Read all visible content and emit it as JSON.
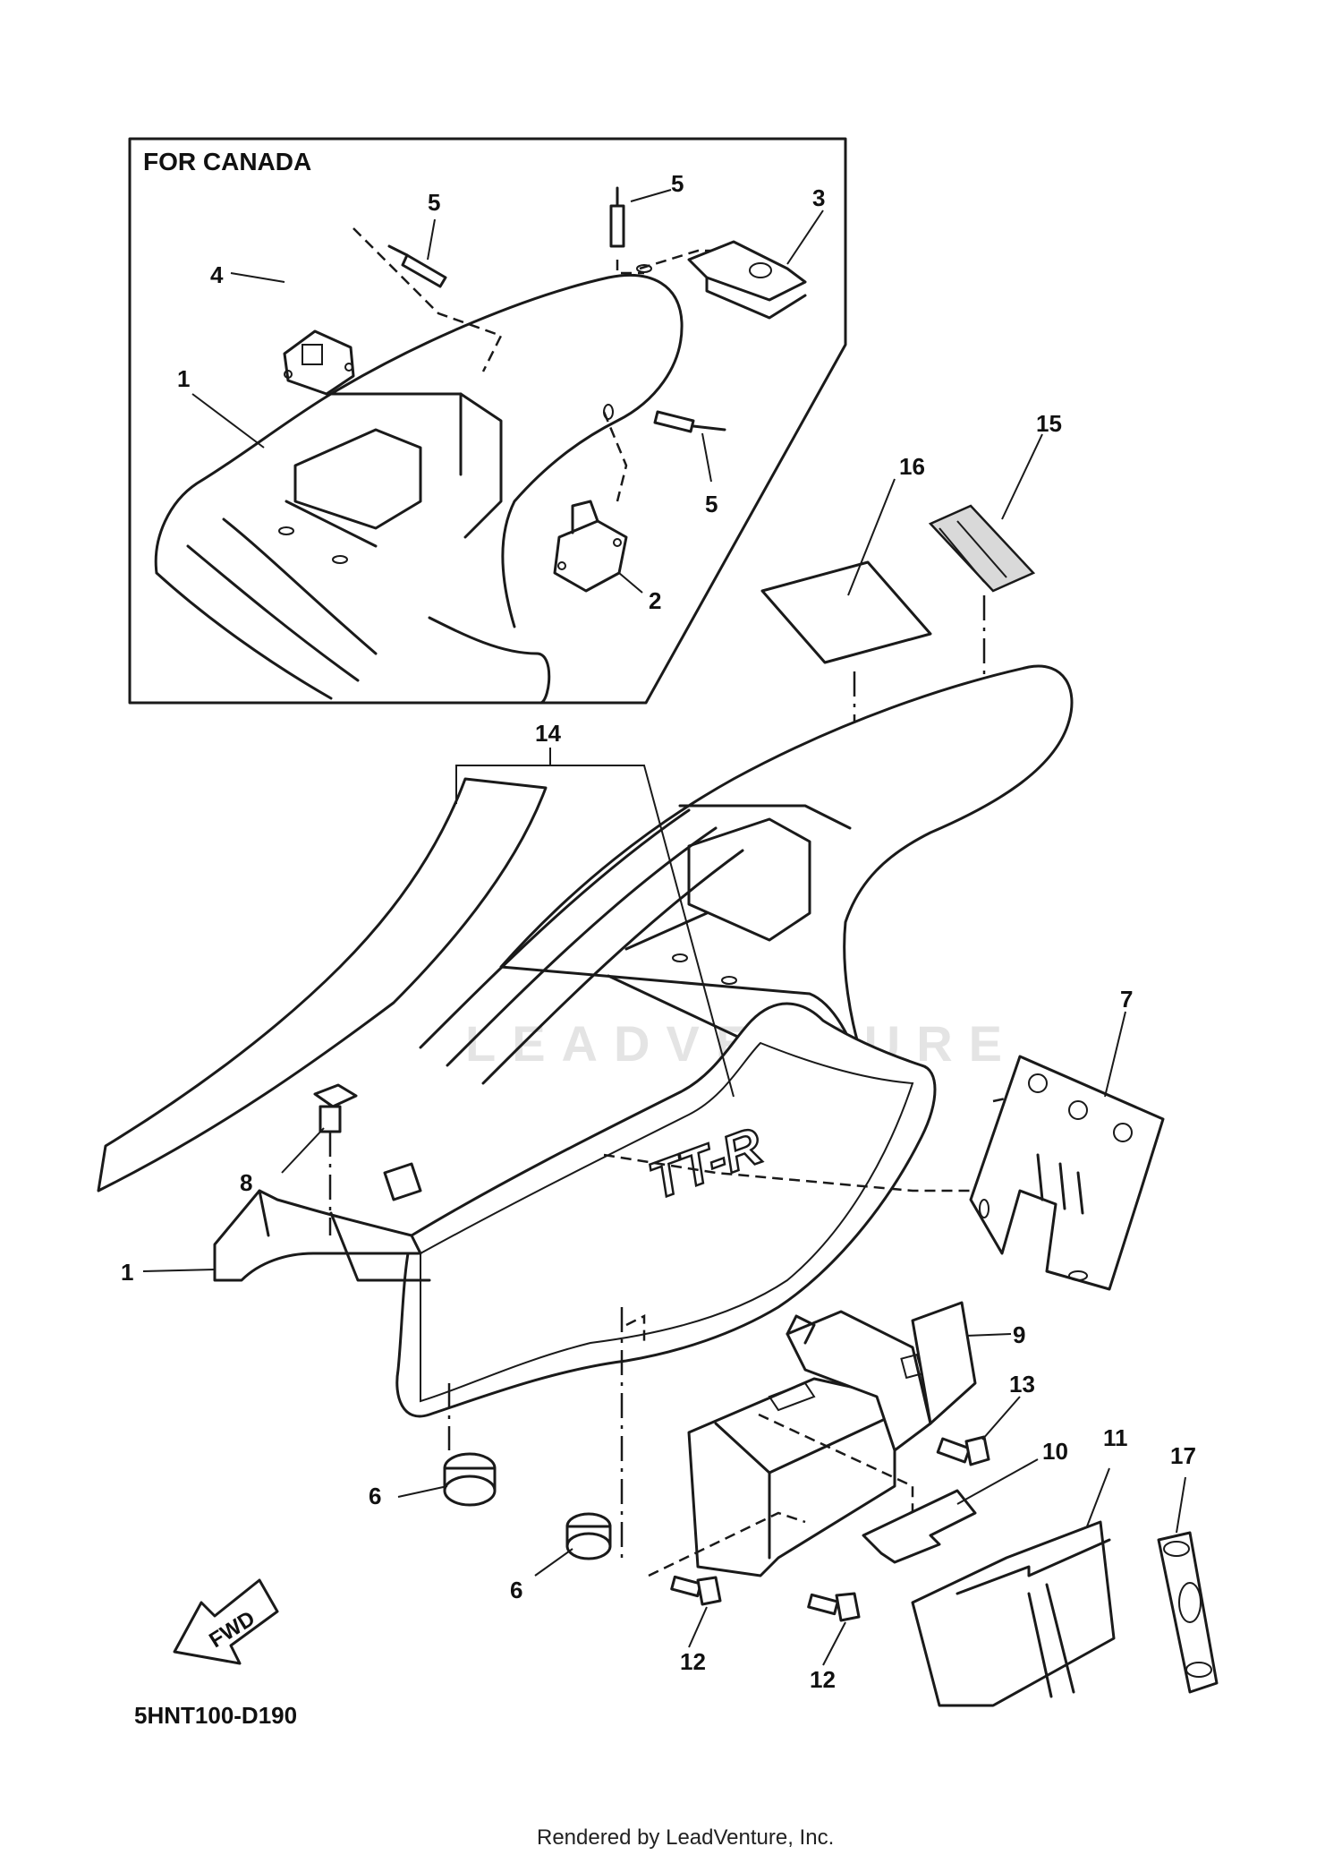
{
  "inset": {
    "label": "FOR CANADA"
  },
  "callouts": {
    "c1_inset": "1",
    "c2": "2",
    "c3": "3",
    "c4": "4",
    "c5_a": "5",
    "c5_b": "5",
    "c5_c": "5",
    "c14": "14",
    "c15": "15",
    "c16": "16",
    "c7": "7",
    "c8": "8",
    "c1_main": "1",
    "c9": "9",
    "c13": "13",
    "c10": "10",
    "c11": "11",
    "c17": "17",
    "c6_a": "6",
    "c6_b": "6",
    "c12_a": "12",
    "c12_b": "12"
  },
  "fwd_arrow": {
    "label": "FWD"
  },
  "emblem_text": "TT-R",
  "diagram_code": "5HNT100-D190",
  "watermark": "LEADVENTURE",
  "footer": "Rendered by LeadVenture, Inc."
}
